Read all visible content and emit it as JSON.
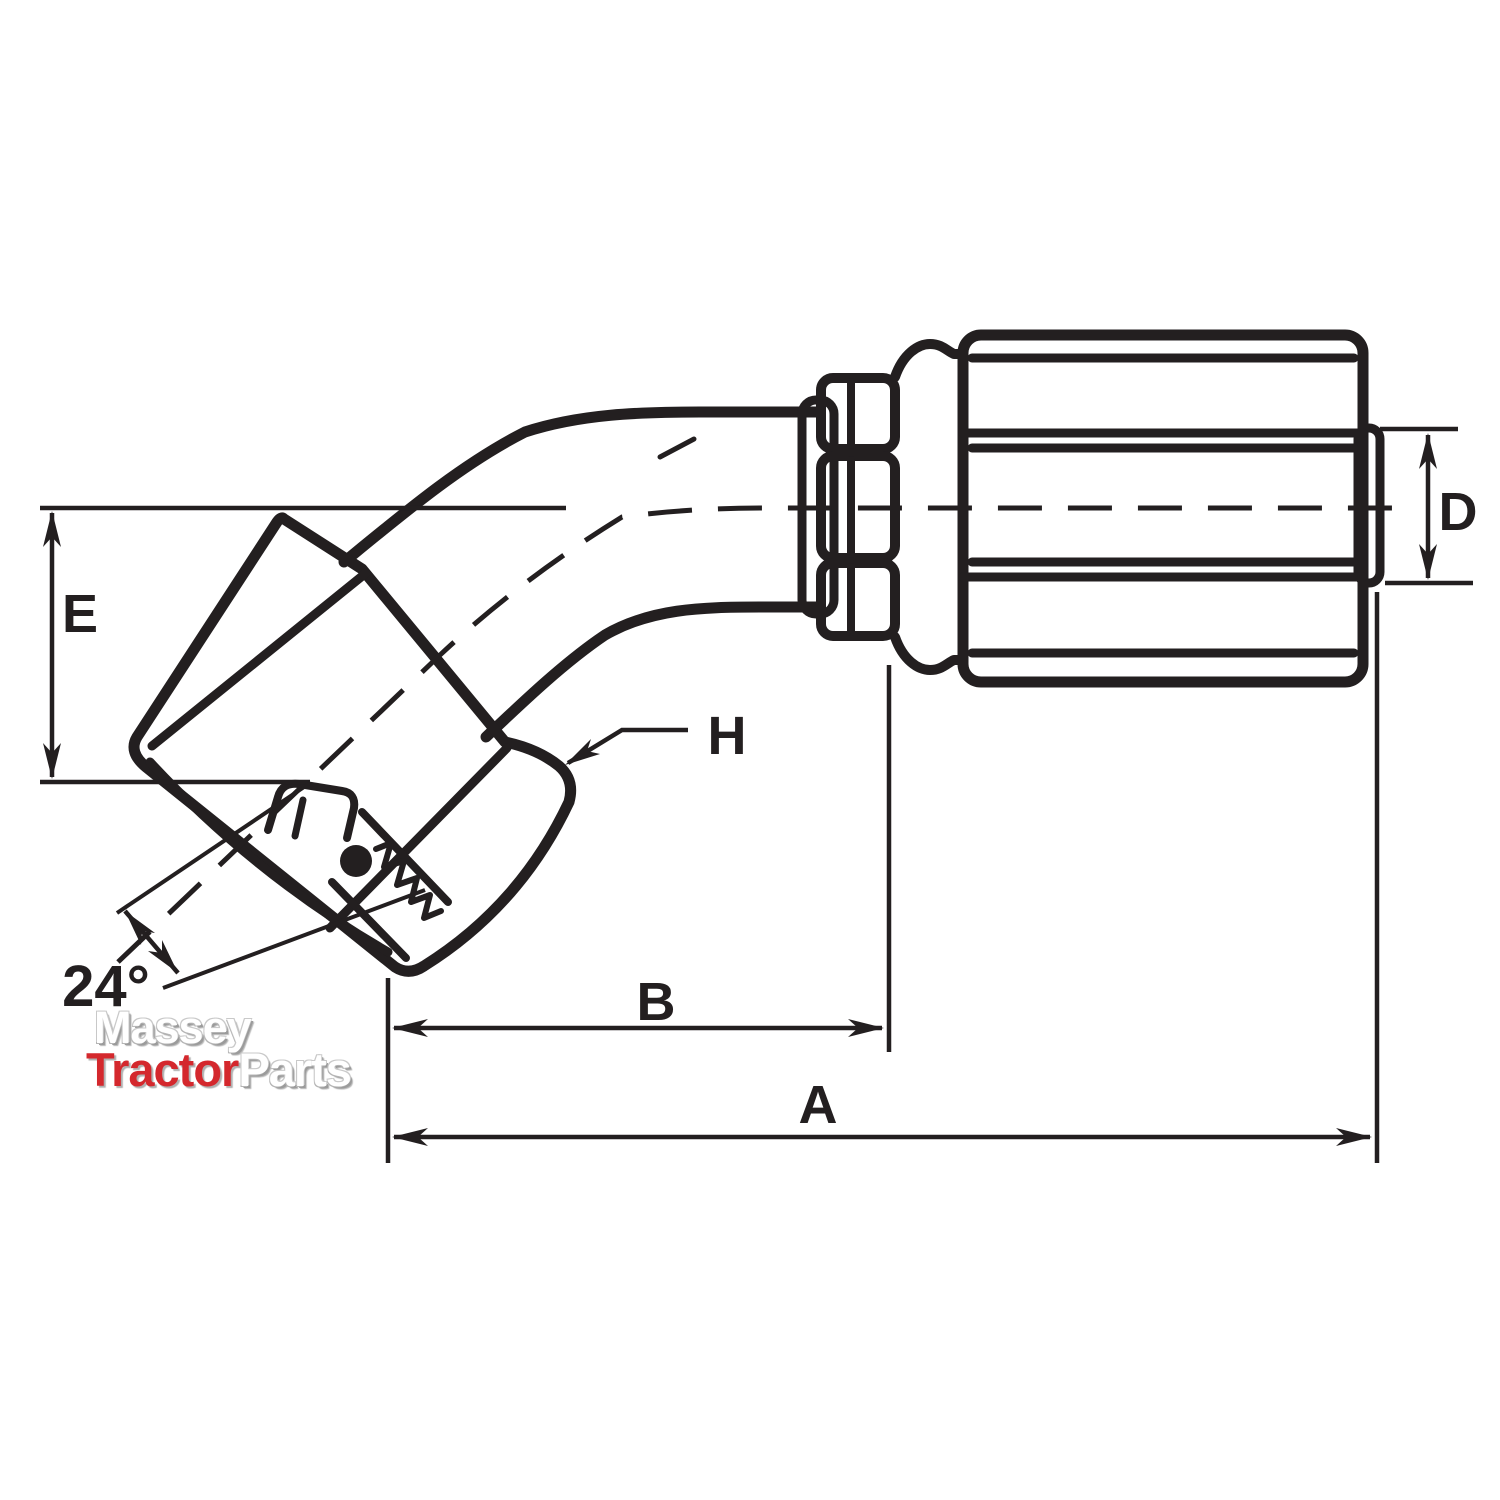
{
  "meta": {
    "background_color": "#ffffff",
    "line_color": "#231f20",
    "accent_red": "#d4282d"
  },
  "diagram": {
    "type": "technical-drawing",
    "subject": "45-degree female swivel hose fitting with crimp shell, side elevation with dimension callouts",
    "labels": {
      "A": "A",
      "B": "B",
      "D": "D",
      "E": "E",
      "H": "H",
      "angle": "24°"
    }
  },
  "watermark": {
    "line1": "Massey",
    "line2_bold": "Tractor",
    "line2_light": "Parts"
  }
}
